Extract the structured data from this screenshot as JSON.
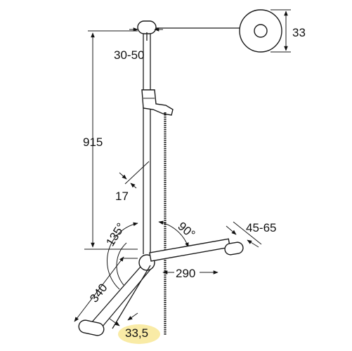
{
  "labels": {
    "height": "915",
    "adjust_range": "30-50",
    "rosette_diameter": "33",
    "slider_size": "17",
    "angle_swing": "135°",
    "angle_right": "90°",
    "arm_adjust": "45-65",
    "arm_length": "290",
    "lower_arm_length": "340",
    "tube_diameter": "33,5"
  },
  "colors": {
    "line": "#1a1a1a",
    "highlight": "#f2d33a",
    "background": "#ffffff"
  }
}
